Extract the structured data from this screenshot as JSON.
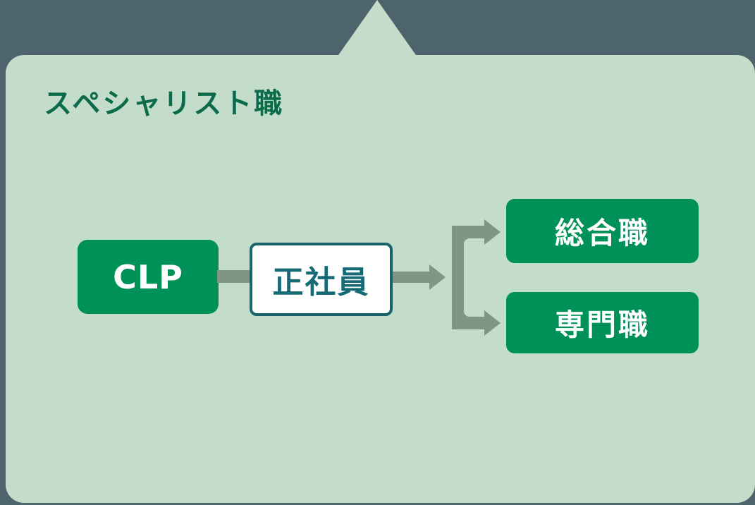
{
  "panel": {
    "title": "スペシャリスト職"
  },
  "flow": {
    "start_label": "CLP",
    "middle_label": "正社員",
    "branches": [
      "総合職",
      "専門職"
    ]
  },
  "colors": {
    "background": "#4d646d",
    "panel": "#c4ddca",
    "node_green": "#009159",
    "title_text": "#0c6b4a",
    "teal": "#19646e",
    "teal_text": "#156a73",
    "arrow": "#7e9682",
    "white": "#ffffff"
  }
}
